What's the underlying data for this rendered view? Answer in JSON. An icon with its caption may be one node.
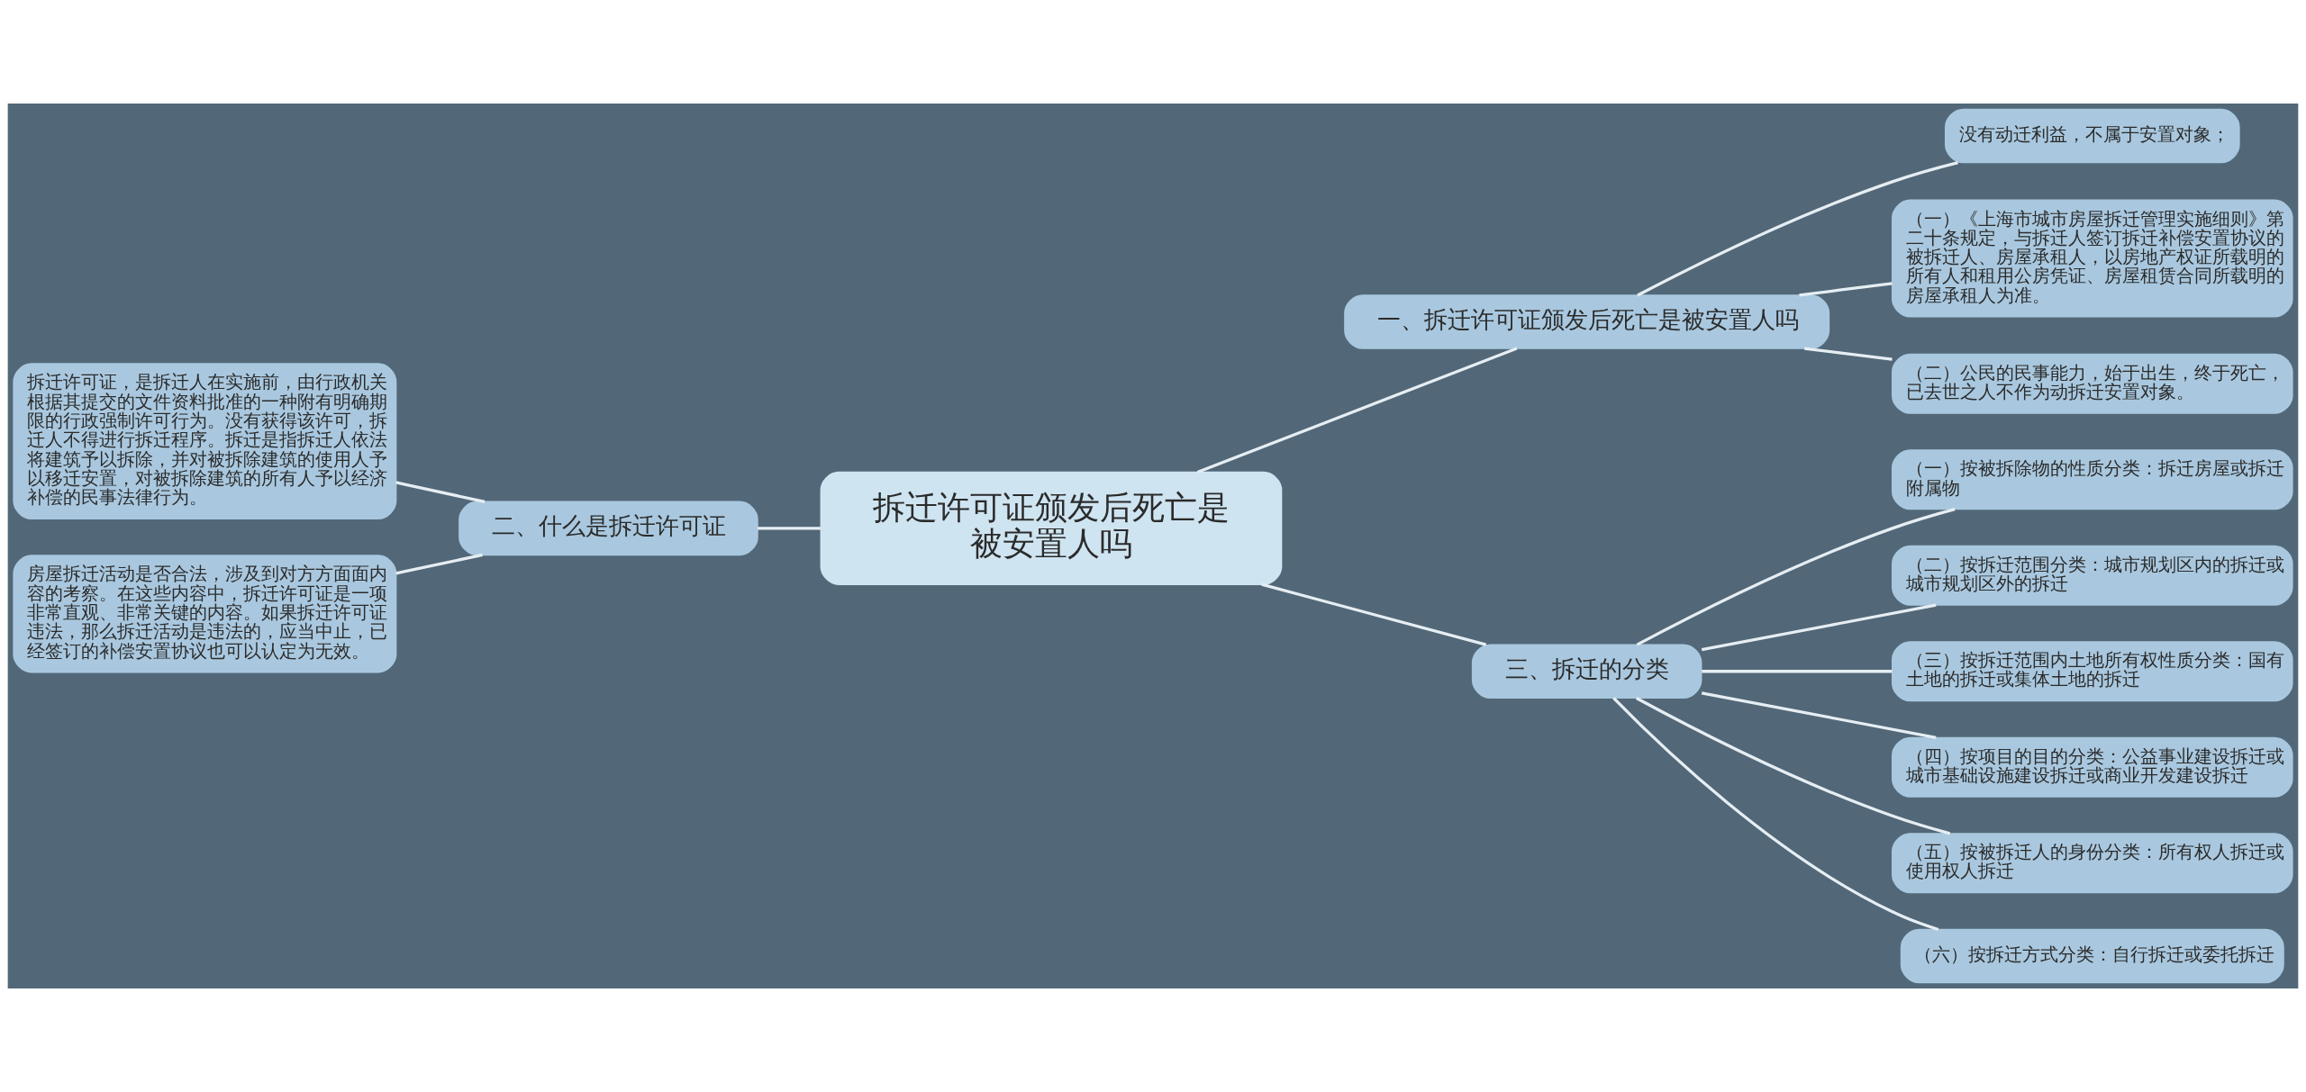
{
  "diagram": {
    "nodes": [
      {
        "text": [
          "拆迁许可证颁发后死亡是被安置人吗"
        ]
      },
      {
        "text": [
          "一、拆迁许可证颁发后死亡是被安置人吗"
        ]
      },
      {
        "text": [
          "没有动迁利益，不属于安置对象；"
        ]
      },
      {
        "text": [
          "（一）《上海市城市房屋拆迁管理实施细则》第二十条规定，与拆迁人签订拆迁补偿安置协议的被拆迁人、房屋承租人，以房地产权证所载明的所有人和租用公房凭证、房屋租赁合同所载明的房屋承租人为准。"
        ]
      },
      {
        "text": [
          "（二）公民的民事能力，始于出生，终于死亡，已去世之人不作为动拆迁安置对象。"
        ]
      },
      {
        "text": [
          "二、什么是拆迁许可证"
        ]
      },
      {
        "text": [
          "拆迁许可证，是拆迁人在实施前，由行政机关根据其提交的文件资料批准的一种附有明确期限的行政强制许可行为。没有获得该许可，拆迁人不得进行拆迁程序。拆迁是指拆迁人依法将建筑予以拆除，并对被拆除建筑的使用人予以移迁安置，对被拆除建筑的所有人予以经济补偿的民事法律行为。"
        ]
      },
      {
        "text": [
          "房屋拆迁活动是否合法，涉及到对方方面面内容的考察。在这些内容中，拆迁许可证是一项非常直观、非常关键的内容。如果拆迁许可证违法，那么拆迁活动是违法的，应当中止，已经签订的补偿安置协议也可以认定为无效。"
        ]
      },
      {
        "text": [
          "三、拆迁的分类"
        ]
      },
      {
        "text": [
          "（一）按被拆除物的性质分类：拆迁房屋或拆迁附属物"
        ]
      },
      {
        "text": [
          "（二）按拆迁范围分类：城市规划区内的拆迁或城市规划区外的拆迁"
        ]
      },
      {
        "text": [
          "（三）按拆迁范围内土地所有权性质分类：国有土地的拆迁或集体土地的拆迁"
        ]
      },
      {
        "text": [
          "（四）按项目的目的分类：公益事业建设拆迁或城市基础设施建设拆迁或商业开发建设拆迁"
        ]
      },
      {
        "text": [
          "（五）按被拆迁人的身份分类：所有权人拆迁或使用权人拆迁"
        ]
      },
      {
        "text": [
          "（六）按拆迁方式分类：自行拆迁或委托拆迁"
        ]
      }
    ],
    "edges": [
      {
        "from": 0,
        "to": 1,
        "arrow": "none"
      },
      {
        "from": 1,
        "to": 2,
        "arrow": "none"
      },
      {
        "from": 1,
        "to": 3,
        "arrow": "none"
      },
      {
        "from": 1,
        "to": 4,
        "arrow": "none"
      },
      {
        "from": 0,
        "to": 5,
        "arrow": "none"
      },
      {
        "from": 5,
        "to": 6,
        "arrow": "none"
      },
      {
        "from": 5,
        "to": 7,
        "arrow": "none"
      },
      {
        "from": 0,
        "to": 8,
        "arrow": "none"
      },
      {
        "from": 8,
        "to": 9,
        "arrow": "none"
      },
      {
        "from": 8,
        "to": 10,
        "arrow": "none"
      },
      {
        "from": 8,
        "to": 11,
        "arrow": "none"
      },
      {
        "from": 8,
        "to": 12,
        "arrow": "none"
      },
      {
        "from": 8,
        "to": 13,
        "arrow": "none"
      },
      {
        "from": 8,
        "to": 14,
        "arrow": "none"
      }
    ]
  }
}
